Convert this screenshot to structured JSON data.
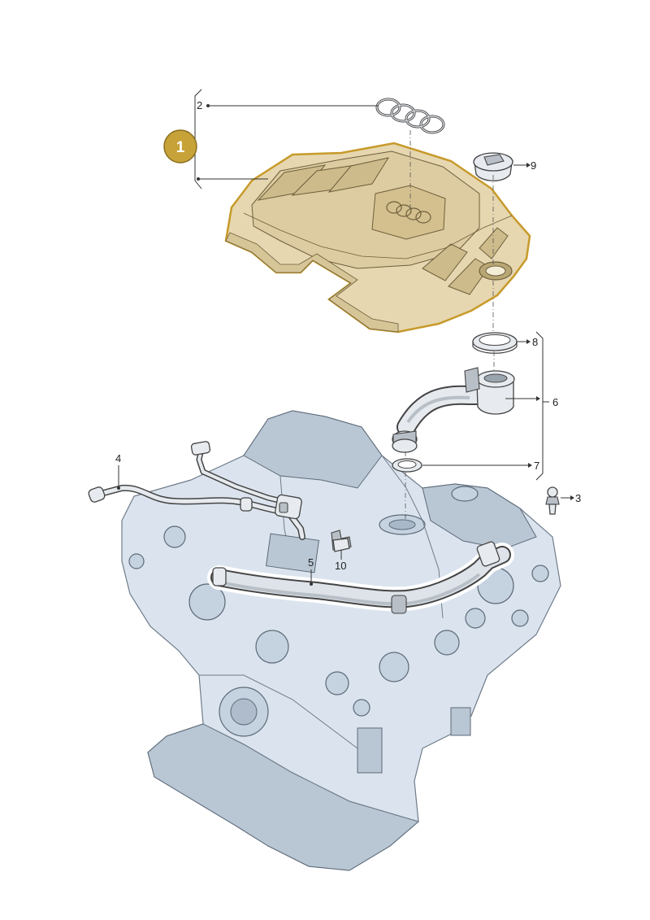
{
  "badge": {
    "label": "1",
    "color": "#c6a238"
  },
  "colors": {
    "cover": "#e6d7b1",
    "cover_outline": "#c79a2a",
    "engine": "#dbe4ee"
  },
  "callouts": {
    "c2": "2",
    "c3": "3",
    "c4": "4",
    "c5": "5",
    "c6": "6",
    "c7": "7",
    "c8": "8",
    "c9": "9",
    "c10": "10"
  }
}
